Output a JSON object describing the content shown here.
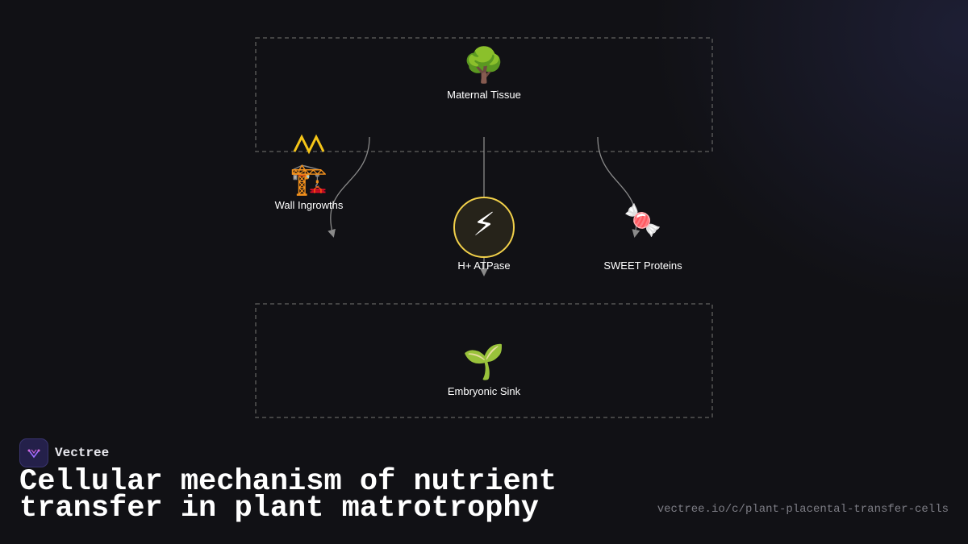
{
  "diagram": {
    "nodes": {
      "maternal": {
        "label": "Maternal Tissue",
        "icon": "deciduous-tree-icon",
        "glyph": "🌳"
      },
      "wall": {
        "label": "Wall Ingrowths",
        "icon": "construction-crane-icon",
        "glyph": "🏗️"
      },
      "atpase": {
        "label": "H+ ATPase",
        "icon": "lightning-bolt-icon",
        "glyph": "⚡"
      },
      "sweet": {
        "label": "SWEET Proteins",
        "icon": "candy-icon",
        "glyph": "🍬"
      },
      "sink": {
        "label": "Embryonic Sink",
        "icon": "seedling-icon",
        "glyph": "🌱"
      }
    },
    "edges": [
      {
        "from": "maternal",
        "to": "wall"
      },
      {
        "from": "maternal",
        "to": "atpase"
      },
      {
        "from": "maternal",
        "to": "sweet"
      }
    ],
    "colors": {
      "background": "#111115",
      "zigzag": "#f5c518",
      "atpase_ring": "#f2d14a",
      "edge": "#8a8a8a",
      "group_border": "#555555"
    }
  },
  "brand": {
    "name": "Vectree",
    "icon": "vectree-logo-icon"
  },
  "title": "Cellular mechanism of nutrient transfer in plant matrotrophy",
  "url": "vectree.io/c/plant-placental-transfer-cells"
}
